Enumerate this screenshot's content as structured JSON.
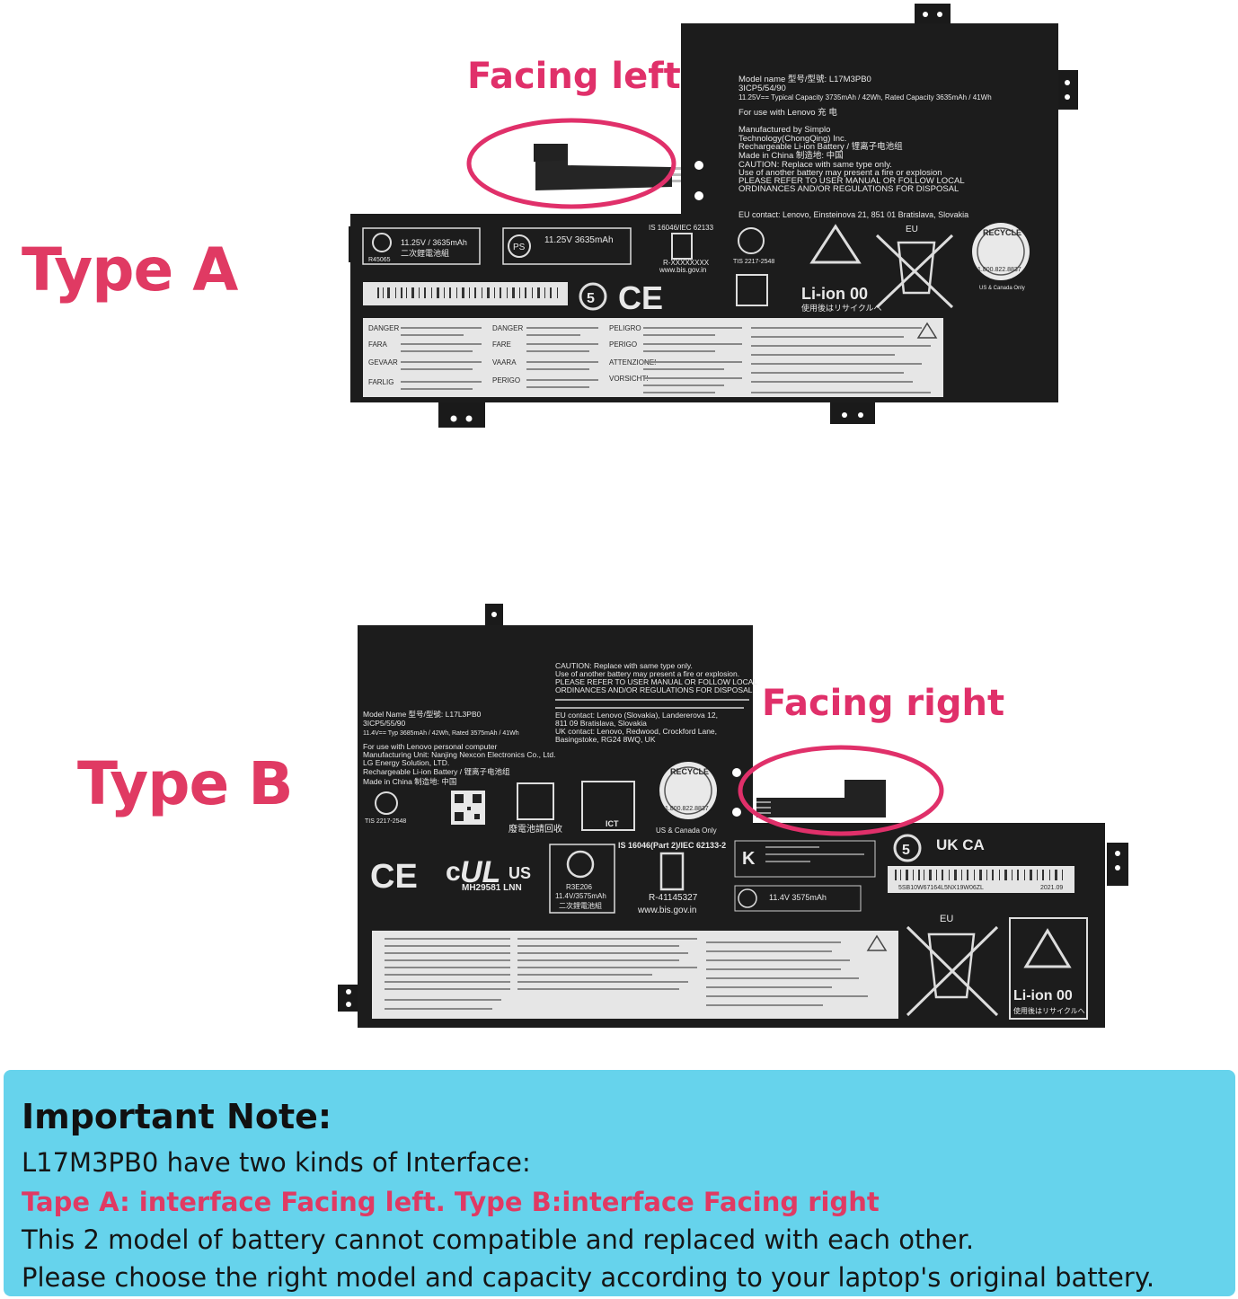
{
  "labels": {
    "type_a": "Type A",
    "type_b": "Type B",
    "facing_left": "Facing left",
    "facing_right": "Facing right"
  },
  "battery_a": {
    "model_line": "Model name 型号/型號: L17M3PB0",
    "cell_line": "3ICP5/54/90",
    "spec_line": "11.25V== Typical Capacity 3735mAh / 42Wh, Rated Capacity 3635mAh / 41Wh",
    "use_line": "For use with Lenovo 充 电",
    "maker_line": "Manufactured by Simplo",
    "tech_line": "Technology(ChongQing) Inc.",
    "rech_line": "Rechargeable Li-ion Battery / 锂离子电池组",
    "made_line": "Made in China 制造地: 中国",
    "caution_line": "CAUTION: Replace with same type only.",
    "caution_line2": "Use of another battery may present a fire or explosion",
    "caution_line3": "PLEASE REFER TO USER MANUAL OR FOLLOW LOCAL",
    "caution_line4": "ORDINANCES AND/OR REGULATIONS FOR DISPOSAL",
    "eu_line": "EU contact: Lenovo, Einsteinova 21, 851 01 Bratislava, Slovakia",
    "badge1": "11.25V / 3635mAh",
    "badge1b": "二次鋰電池組",
    "badge1c": "R45065",
    "badge2": "11.25V  3635mAh",
    "is_line": "IS 16046/IEC 62133",
    "r_line": "R-XXXXXXXX",
    "bis_line": "www.bis.gov.in",
    "tis_line": "TIS 2217-2548",
    "li_ion": "Li-ion 00",
    "recycle_jp": "使用後はリサイクルへ",
    "eu_mark": "EU",
    "us_canada": "US & Canada Only",
    "recycle": "RECYCLE",
    "recycle_num": "1.800.822.8837",
    "danger": "DANGER",
    "fara": "FARA",
    "gevaar": "GEVAAR",
    "farlig": "FARLIG",
    "peligro": "PELIGRO",
    "perigo": "PERIGO",
    "attenzione": "ATTENZIONE!",
    "vorsicht": "VORSICHT!",
    "vaara": "VAARA",
    "fare": "FARE"
  },
  "battery_b": {
    "model_line": "Model Name 型号/型號: L17L3PB0",
    "cell_line": "3ICP5/55/90",
    "spec_line": "11.4V== Typ 3685mAh / 42Wh, Rated 3575mAh / 41Wh",
    "use_line": "For use with Lenovo personal computer",
    "maker_line": "Manufacturing Unit: Nanjing Nexcon Electronics Co., Ltd.",
    "maker_line2": "LG Energy Solution, LTD.",
    "rech_line": "Rechargeable Li-ion Battery / 锂离子电池组",
    "made_line": "Made in China 制造地: 中国",
    "caution_line": "CAUTION: Replace with same type only.",
    "caution_line2": "Use of another battery may present a fire or explosion.",
    "caution_line3": "PLEASE REFER TO USER MANUAL OR FOLLOW LOCAL",
    "caution_line4": "ORDINANCES AND/OR REGULATIONS FOR DISPOSAL",
    "eu_line": "EU contact: Lenovo (Slovakia), Landererova 12,",
    "eu_line2": "811 09 Bratislava, Slovakia",
    "uk_line": "UK contact: Lenovo, Redwood, Crockford Lane,",
    "uk_line2": "Basingstoke, RG24 8WQ, UK",
    "tis_line": "TIS 2217-2548",
    "recycle_cn": "廢電池請回收",
    "ict": "ICT",
    "us_canada": "US & Canada Only",
    "recycle": "RECYCLE",
    "recycle_num": "1.800.822.8837",
    "is_line": "IS 16046(Part 2)/IEC 62133-2",
    "ul_num": "MH29581 LNN",
    "r3e": "R3E206",
    "r3e2": "11.4V/3575mAh",
    "r3e3": "二次鋰電池組",
    "r_line": "R-41145327",
    "bis_line": "www.bis.gov.in",
    "ps_line": "11.4V  3575mAh",
    "barcode_text": "5SB10W67164L5NX19W06ZL",
    "barcode_date": "2021.09",
    "ukca": "UK CA",
    "eu_mark": "EU",
    "li_ion": "Li-ion 00",
    "recycle_jp": "使用後はリサイクルへ"
  },
  "note": {
    "title": "Important Note:",
    "line1": "L17M3PB0 have two kinds of Interface:",
    "line2": "Tape A: interface Facing left. Type B:interface Facing right",
    "line3": "This 2 model of battery cannot compatible and replaced with each other.",
    "line4": "Please choose the right model and capacity according to your laptop's original battery."
  },
  "colors": {
    "accent_pink": "#e03a63",
    "battery_black": "#1a1a1a",
    "note_background": "#66d3ec"
  }
}
